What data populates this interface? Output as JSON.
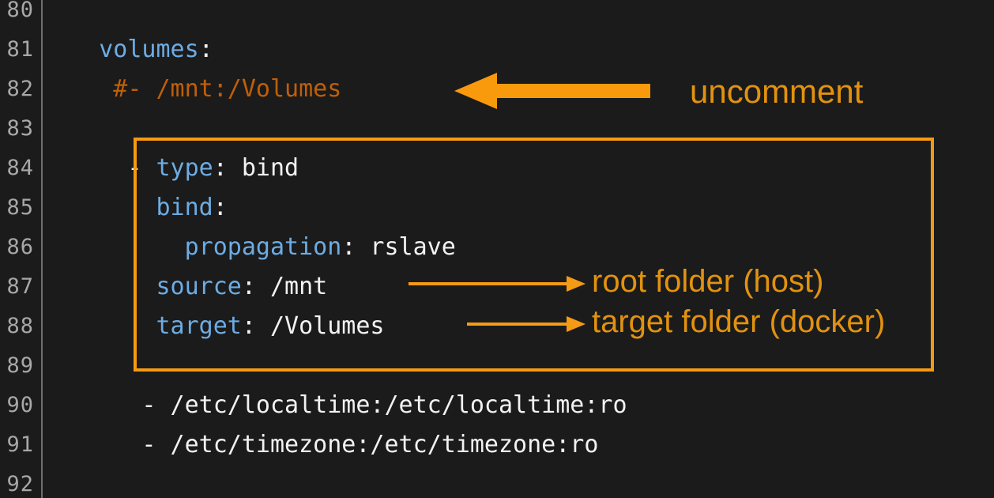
{
  "editor": {
    "background": "#1b1b1b",
    "gutter_color": "#a8a8a8",
    "keyword_color": "#6cace4",
    "plain_color": "#f2f2f2",
    "comment_color": "#bf5f08",
    "first_line_number": 80,
    "last_line_number": 92,
    "line_numbers": [
      "80",
      "81",
      "82",
      "83",
      "84",
      "85",
      "86",
      "87",
      "88",
      "89",
      "90",
      "91",
      "92"
    ],
    "lines": [
      {
        "number": "80",
        "indent": 0,
        "tokens": []
      },
      {
        "number": "81",
        "indent": 0,
        "tokens": [
          {
            "text": "    volumes",
            "type": "key"
          },
          {
            "text": ":",
            "type": "plain"
          }
        ]
      },
      {
        "number": "82",
        "indent": 0,
        "tokens": [
          {
            "text": "     #- /mnt:/Volumes",
            "type": "comment"
          }
        ]
      },
      {
        "number": "83",
        "indent": 0,
        "tokens": []
      },
      {
        "number": "84",
        "indent": 0,
        "tokens": [
          {
            "text": "      - ",
            "type": "plain"
          },
          {
            "text": "type",
            "type": "key"
          },
          {
            "text": ": bind",
            "type": "plain"
          }
        ]
      },
      {
        "number": "85",
        "indent": 0,
        "tokens": [
          {
            "text": "        ",
            "type": "plain"
          },
          {
            "text": "bind",
            "type": "key"
          },
          {
            "text": ":",
            "type": "plain"
          }
        ]
      },
      {
        "number": "86",
        "indent": 0,
        "tokens": [
          {
            "text": "          ",
            "type": "plain"
          },
          {
            "text": "propagation",
            "type": "key"
          },
          {
            "text": ": rslave",
            "type": "plain"
          }
        ]
      },
      {
        "number": "87",
        "indent": 0,
        "tokens": [
          {
            "text": "        ",
            "type": "plain"
          },
          {
            "text": "source",
            "type": "key"
          },
          {
            "text": ": /mnt",
            "type": "plain"
          }
        ]
      },
      {
        "number": "88",
        "indent": 0,
        "tokens": [
          {
            "text": "        ",
            "type": "plain"
          },
          {
            "text": "target",
            "type": "key"
          },
          {
            "text": ": /Volumes",
            "type": "plain"
          }
        ]
      },
      {
        "number": "89",
        "indent": 0,
        "tokens": []
      },
      {
        "number": "90",
        "indent": 0,
        "tokens": [
          {
            "text": "       - /etc/localtime:/etc/localtime:ro",
            "type": "plain"
          }
        ]
      },
      {
        "number": "91",
        "indent": 0,
        "tokens": [
          {
            "text": "       - /etc/timezone:/etc/timezone:ro",
            "type": "plain"
          }
        ]
      },
      {
        "number": "92",
        "indent": 0,
        "tokens": []
      }
    ]
  },
  "annotations": {
    "accent_color": "#f59a14",
    "text_color": "#e2920f",
    "uncomment_label": "uncomment",
    "root_folder_label": "root folder (host)",
    "target_folder_label": "target folder (docker)",
    "highlight_box": {
      "label": "bind-mount-block-highlight"
    },
    "arrows": [
      {
        "name": "uncomment-arrow",
        "direction": "left"
      },
      {
        "name": "source-arrow",
        "direction": "right"
      },
      {
        "name": "target-arrow",
        "direction": "right"
      }
    ]
  }
}
